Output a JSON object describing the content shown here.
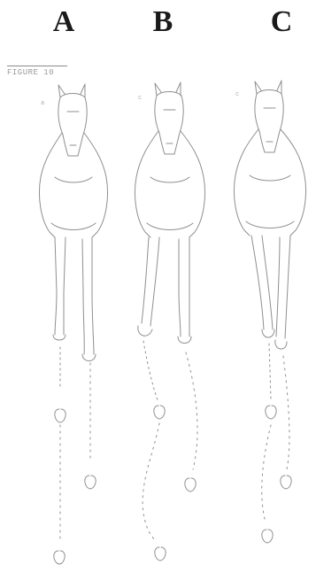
{
  "columns": [
    {
      "label": "A"
    },
    {
      "label": "B"
    },
    {
      "label": "C"
    }
  ],
  "figure": {
    "title": "FIGURE 10"
  }
}
